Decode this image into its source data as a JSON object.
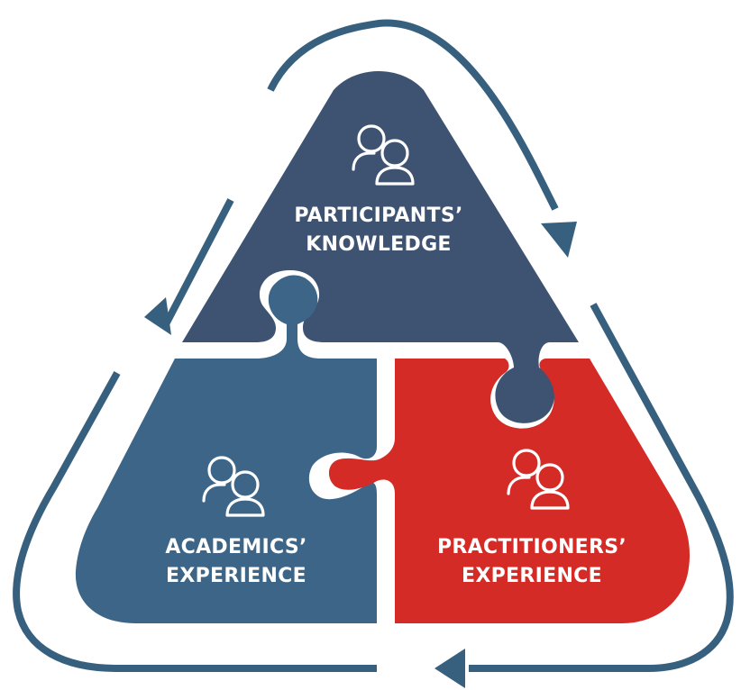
{
  "colors": {
    "background": "#ffffff",
    "cycle_arrow": "#37607f",
    "participants_piece": "#3e5272",
    "academics_piece": "#3c6587",
    "practitioners_piece": "#d42b26",
    "text": "#ffffff"
  },
  "pieces": {
    "participants": {
      "icon": "people-icon",
      "line1": "PARTICIPANTS’",
      "line2": "KNOWLEDGE"
    },
    "academics": {
      "icon": "people-icon",
      "line1": "ACADEMICS’",
      "line2": "EXPERIENCE"
    },
    "practitioners": {
      "icon": "people-icon",
      "line1": "PRACTITIONERS’",
      "line2": "EXPERIENCE"
    }
  },
  "cycle": {
    "direction": "clockwise",
    "arrowhead_icons": [
      "arrowhead-right-side-icon",
      "arrowhead-bottom-icon",
      "arrowhead-left-side-icon"
    ]
  }
}
